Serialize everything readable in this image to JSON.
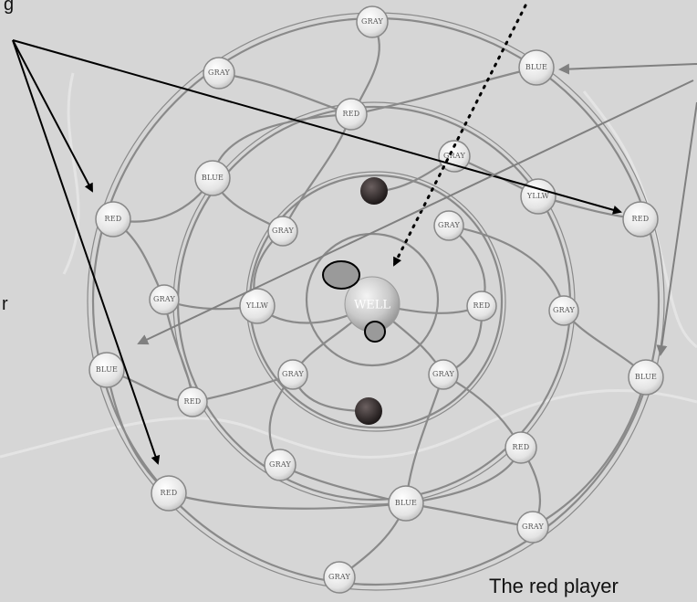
{
  "background_color": "#d6d6d6",
  "caption": "The red player",
  "left_fragment_top": "g",
  "left_fragment_mid": "r",
  "center_node": {
    "label": "WELL"
  },
  "nodes": [
    {
      "id": "n1",
      "label": "GRAY"
    },
    {
      "id": "n2",
      "label": "GRAY"
    },
    {
      "id": "n3",
      "label": "BLUE"
    },
    {
      "id": "n4",
      "label": "RED"
    },
    {
      "id": "n5",
      "label": "GRAY"
    },
    {
      "id": "n6",
      "label": "BLUE"
    },
    {
      "id": "n7",
      "label": "RED"
    },
    {
      "id": "n8",
      "label": "YLLW"
    },
    {
      "id": "n9",
      "label": "RED"
    },
    {
      "id": "n10",
      "label": "GRAY"
    },
    {
      "id": "n11",
      "label": "GRAY"
    },
    {
      "id": "n12",
      "label": "GRAY"
    },
    {
      "id": "n13",
      "label": "YLLW"
    },
    {
      "id": "n14",
      "label": "RED"
    },
    {
      "id": "n15",
      "label": "GRAY"
    },
    {
      "id": "n16",
      "label": "BLUE"
    },
    {
      "id": "n17",
      "label": "GRAY"
    },
    {
      "id": "n18",
      "label": "GRAY"
    },
    {
      "id": "n19",
      "label": "BLUE"
    },
    {
      "id": "n20",
      "label": "RED"
    },
    {
      "id": "n21",
      "label": "RED"
    },
    {
      "id": "n22",
      "label": "GRAY"
    },
    {
      "id": "n23",
      "label": "RED"
    },
    {
      "id": "n24",
      "label": "BLUE"
    },
    {
      "id": "n25",
      "label": "GRAY"
    },
    {
      "id": "n26",
      "label": "GRAY"
    }
  ],
  "colors": {
    "node_fill": "#eeeeee",
    "node_stroke": "#888888",
    "track": "#8a8a8a",
    "black_arrow": "#000000",
    "gray_arrow": "#808080",
    "dark_ball": "#2a2424",
    "marker_fill": "#9a9a9a"
  }
}
